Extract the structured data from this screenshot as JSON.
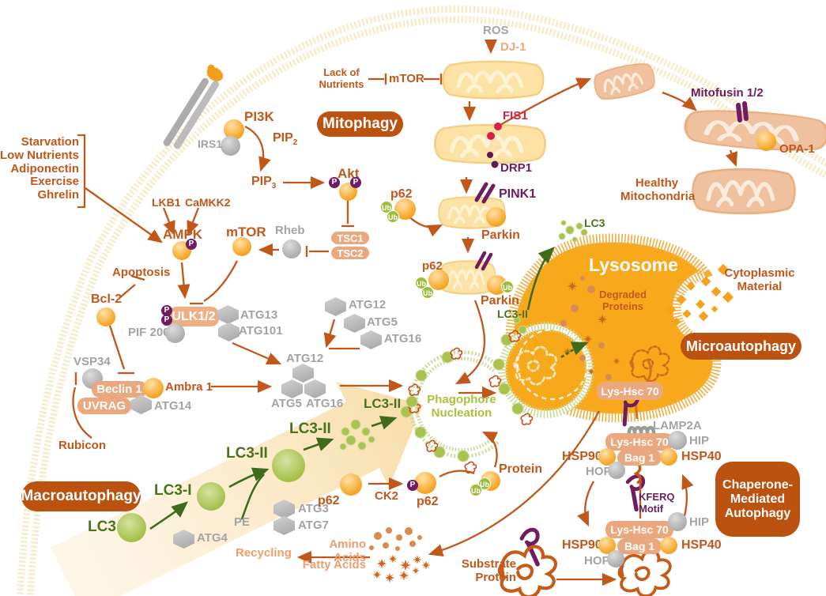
{
  "badges": {
    "mitophagy": "Mitophagy",
    "macroautophagy": "Macroautophagy",
    "microautophagy": "Microautophagy",
    "cma_line1": "Chaperone-",
    "cma_line2": "Mediated",
    "cma_line3": "Autophagy"
  },
  "signaling": {
    "stimuli": [
      "Starvation",
      "Low Nutrients",
      "Adiponectin",
      "Exercise",
      "Ghrelin"
    ],
    "pi3k": "PI3K",
    "irs1": "IRS1",
    "pip": "PIP",
    "pip2_sub": "2",
    "pip3_sub": "3",
    "akt": "Akt",
    "lkb1": "LKB1",
    "camkk2": "CaMKK2",
    "ampk": "AMPK",
    "mtor": "mTOR",
    "rheb": "Rheb",
    "tsc1": "TSC1",
    "tsc2": "TSC2",
    "apoptosis": "Apoptosis",
    "bcl2": "Bcl-2",
    "ulk": "ULK1/2",
    "pif200": "PIF 200",
    "atg13": "ATG13",
    "atg101": "ATG101",
    "vsp34": "VSP34",
    "beclin": "Beclin 1",
    "uvrag": "UVRAG",
    "ambra": "Ambra 1",
    "atg14": "ATG14",
    "rubicon": "Rubicon"
  },
  "atg": {
    "atg12": "ATG12",
    "atg5": "ATG5",
    "atg16": "ATG16",
    "atg4": "ATG4",
    "atg3": "ATG3",
    "atg7": "ATG7",
    "pe": "PE"
  },
  "macro": {
    "lc3": "LC3",
    "lc3i": "LC3-I",
    "lc3ii": "LC3-II",
    "phagophore_line1": "Phagophore",
    "phagophore_line2": "Nucleation"
  },
  "p62path": {
    "p62": "p62",
    "ck2": "CK2",
    "protein": "Protein"
  },
  "mitophagy": {
    "ros": "ROS",
    "dj1": "DJ-1",
    "lack_line1": "Lack of",
    "lack_line2": "Nutrients",
    "mtor": "mTOR",
    "fis1": "FIS1",
    "drp1": "DRP1",
    "pink1": "PINK1",
    "parkin": "Parkin",
    "mitofusin": "Mitofusin 1/2",
    "opa1": "OPA-1",
    "healthy_line1": "Healthy",
    "healthy_line2": "Mitochondria"
  },
  "lysosome": {
    "title": "Lysosome",
    "degraded_line1": "Degraded",
    "degraded_line2": "Proteins",
    "lys_hsc": "Lys-Hsc 70",
    "cyto_line1": "Cytoplasmic",
    "cyto_line2": "Material",
    "lc3": "LC3",
    "lc3ii": "LC3-II"
  },
  "cma": {
    "lamp2a": "LAMP2A",
    "hip": "HIP",
    "hsp90": "HSP90",
    "hsp40": "HSP40",
    "hop": "HOP",
    "bag1": "Bag 1",
    "lys_hsc": "Lys-Hsc 70",
    "kferq_line1": "KFERQ",
    "kferq_line2": "Motif",
    "substrate_line1": "Substrate",
    "substrate_line2": "Protein"
  },
  "recycle": {
    "recycling": "Recycling",
    "amino": "Amino Acids",
    "fatty": "Fatty Acids"
  },
  "misc": {
    "p": "P",
    "ub": "Ub"
  },
  "colors": {
    "accent": "#C2571A",
    "badge": "#BC5210",
    "pill": "#EBA87E",
    "purple": "#6E1D60",
    "red": "#D6204A",
    "green_dark": "#3F6B1D",
    "green": "#A9C351",
    "lysosome_gold": "#F8A91B",
    "gray": "#A3A3A5"
  }
}
